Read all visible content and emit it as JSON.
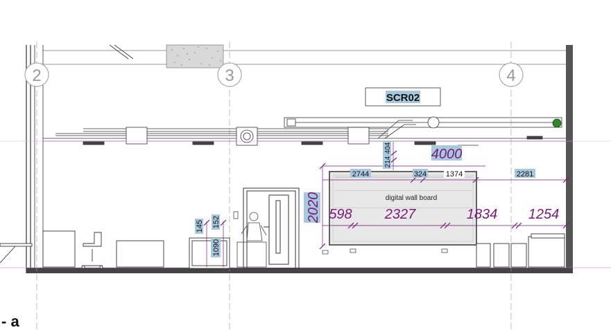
{
  "view_label": "- a",
  "room_tag": "SCR02",
  "grid_lines": [
    "2",
    "3",
    "4"
  ],
  "board_label": "digital wall board",
  "colors": {
    "line": "#333333",
    "dim_line": "#7a1a7a",
    "highlight": "#a9c7dd",
    "wall_fill": "#555555"
  },
  "dimensions": {
    "board_height": "2020",
    "top_offset": "4000",
    "stack_a": "214",
    "stack_b": "404",
    "top_chain": [
      "2744",
      "324",
      "1374",
      "2281"
    ],
    "bottom_chain": [
      "598",
      "2327",
      "1834",
      "1254"
    ],
    "switch_a": "145",
    "switch_b": "152",
    "switch_height": "1090"
  }
}
